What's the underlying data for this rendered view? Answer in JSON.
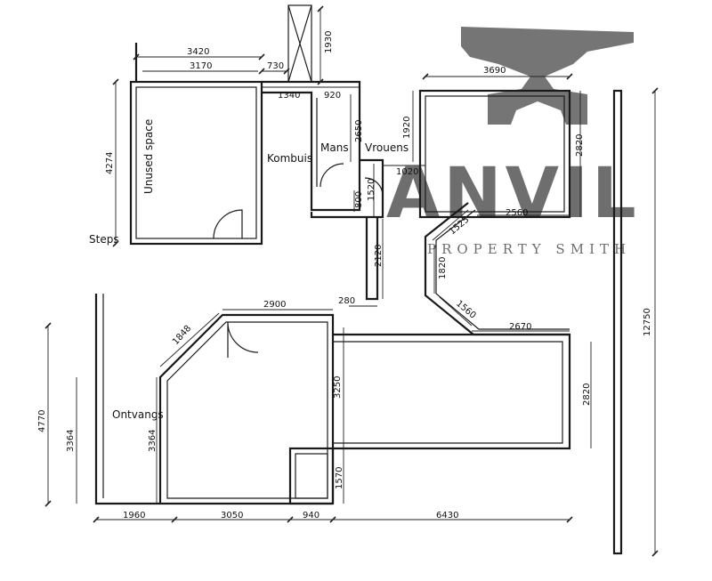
{
  "rooms": {
    "unused_space": "Unused space",
    "kombuis": "Kombuis",
    "mans": "Mans",
    "vrouens": "Vrouens",
    "steps": "Steps",
    "ontvangs": "Ontvangs"
  },
  "dimensions": {
    "d3420": "3420",
    "d3170": "3170",
    "d730": "730",
    "d1930": "1930",
    "d1340": "1340",
    "d920": "920",
    "d2650": "2650",
    "d4274": "4274",
    "d1520": "1520",
    "d800": "800",
    "d2120": "2120",
    "d280": "280",
    "d3690": "3690",
    "d1920": "1920",
    "d2820_top": "2820",
    "d1020": "1020",
    "d2560": "2560",
    "d1525": "1525",
    "d1820": "1820",
    "d1560": "1560",
    "d2670": "2670",
    "d2820_right": "2820",
    "d12750": "12750",
    "d2900": "2900",
    "d1848": "1848",
    "d3250": "3250",
    "d4770": "4770",
    "d3364_left": "3364",
    "d3364_inner": "3364",
    "d1570": "1570",
    "d1960": "1960",
    "d3050": "3050",
    "d940": "940",
    "d6430": "6430"
  },
  "logo": {
    "name": "ANVIL",
    "tagline": "PROPERTY SMITH",
    "icon": "anvil-icon",
    "color": "#6e6e6e"
  }
}
